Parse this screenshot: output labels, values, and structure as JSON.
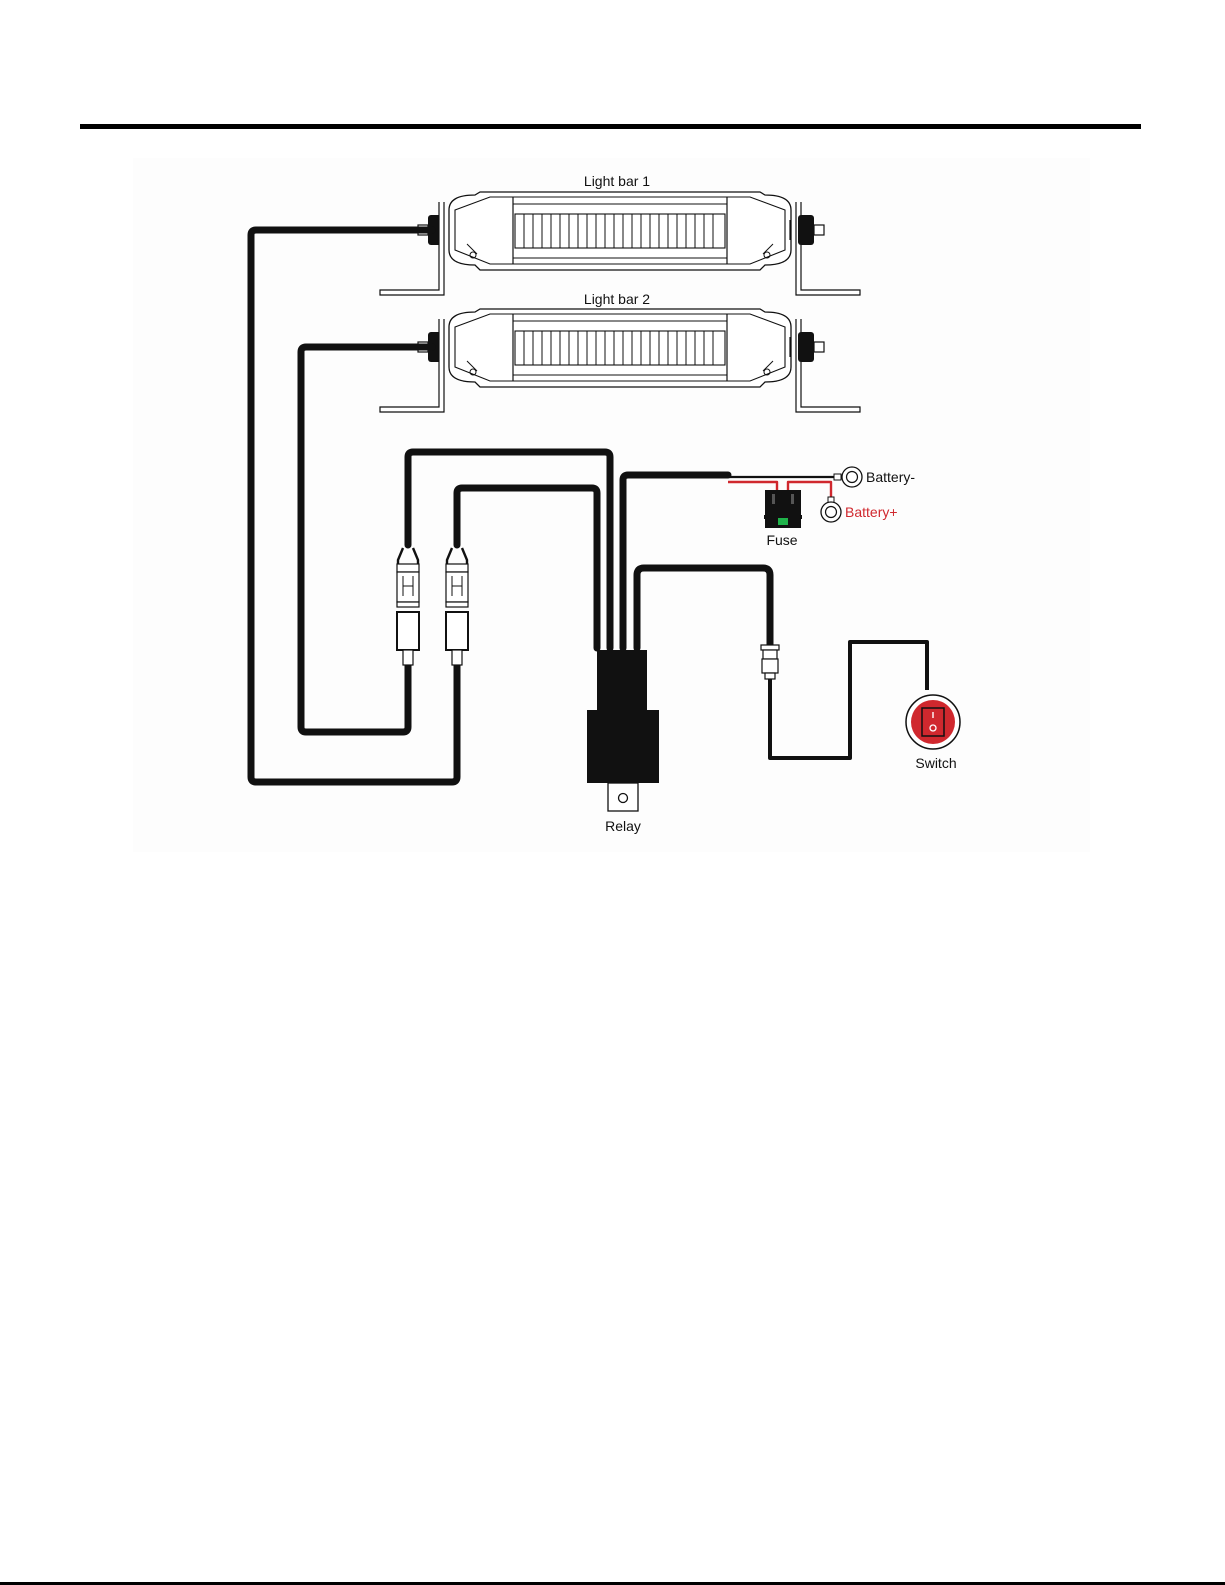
{
  "labels": {
    "light_bar_1": "Light bar 1",
    "light_bar_2": "Light bar 2",
    "battery_neg": "Battery-",
    "battery_pos": "Battery+",
    "fuse": "Fuse",
    "relay": "Relay",
    "switch": "Switch"
  },
  "colors": {
    "wire": "#111111",
    "positive_wire": "#d0282e",
    "switch_body": "#d0282e",
    "fuse_clip": "#1fb24a",
    "panel_background": "#fdfdfd"
  }
}
